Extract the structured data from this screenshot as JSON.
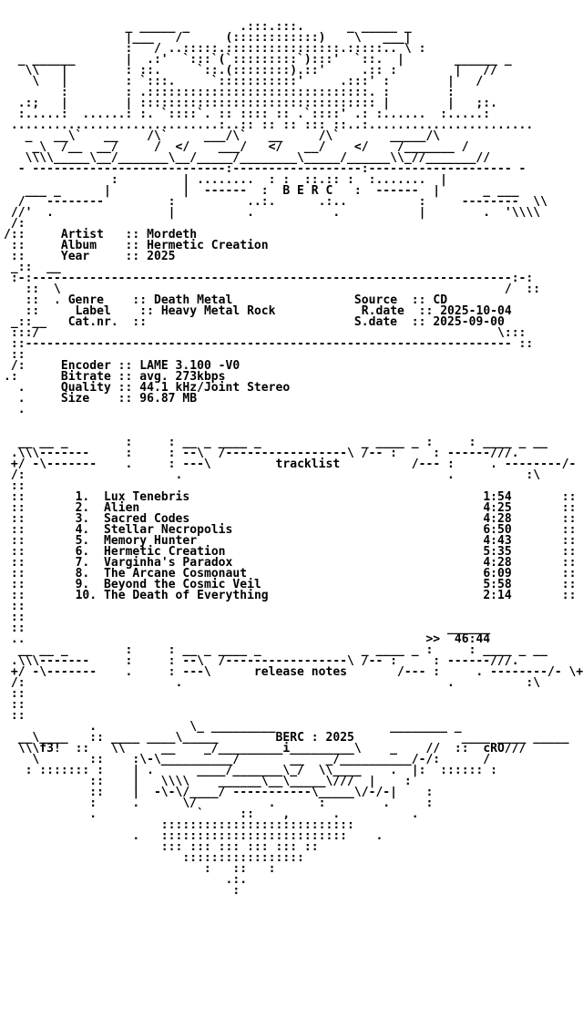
{
  "art": {
    "header": "                 _ _____ _       .:::.:::.      _ _____ _\n                 |___   /      (::::::::::::)    \\   ___|\n                 :   / ..:::::.::::::::::::::::.:::::.. \\ :\n  _ ______       |  .:'  `:::`(`:::::::::`):::'  `::.  |       ______ _\n   \\\\   |        : ::.     `::.(::::::::).::'     .:: :        |   //\n    \\   |        : `:::.     `:::::::::::'     .:::' :        |   /\n        :        : .:::::::::::::::::::::::::::::::. :        :\n  .:;   |        | ::::::::::::::::::::::::::::::::: |        |   ;:.\n  :.....:  ......: :. `::::`. :: :::: :: .`::::' .: :......  :.....:\n .............................:..:: :: :: ::: ::..:.......................\n   _   __\\`   __    /\\`     ___/\\`   __     /\\`       _____/\\\n    _\\  /__  __/     /  </    ___/   </   __/    </    /_______ /\n   \\\\\\\\_____\\__/_______\\__/_____/________\\_____/______\\\\_//_______//\n  - ---------------------------:------------------:-------------------- -\n               :         | ........  : :  ::.:: :  :.......  |\n   ___ _      |          |  ------  :  B E R C   :  ------  |      _ ___\n  /   --------         :          ..:.      .:..          :     --------  \\\\\n //'  .                |          .           .           |        .  '\\\\\\\\\n",
    "divider1": " :-:-------------------------------------------------------------------:-:\n   ::  \\                                                              /  ::\n   ::  .",
    "divider2": " :::/                                                                \\:::\n ::-------------------------------------------------------------------- ::\n",
    "trackbar": "  __ __ _        :     : __ _ ____ _              _ ____ _ :     : ____ _ __\n .\\\\\\-------     :     : --\\  /-----------------\\ /-- :     : ------///.\n +/ -\\-------    .     : ---\\",
    "trackbar_end": "/--- :     . --------/- \\+\n /:                     .                                     .          :\\\n",
    "relbar": "  __ __ _        :     : __ _ ____ _              _ ____ _ :     : ____ _ __\n .\\\\\\-------     :     : --\\  /-----------------\\ /-- :     : ------///.\n +/ -\\-------    .     : ---\\",
    "relbar_end": "/--- :     . --------/- \\+\n /:                     .                                     .          :\\\n",
    "footer1": "            .             \\_ _________                ________ _\n  __\\____   :: ____ ____\\_____        ",
    "footer2": "               ____ ____ _____ \n  \\\\\\",
    "footer3": "  ::   \\\\     __    _/_________i_________\\    _    //  ::  ",
    "footer4": "///\n    \\       ::    :\\-\\__________/       __   _/__________/-/:      /\n   : ::::::: :    | .      ____/_______\\_/  \\\\____    .  |:  :::::: :\n            ::    |   \\\\\\\\    ______\\__\\_____\\///  |    :\n            ::    |  -\\-\\/____/ -----------\\_____\\/-/-|    :\n            :     .      \\/          .      :        .     :\n            .              `     ::    ,      .          .\n                      :::::::::::::::::::::::::::\n                  .   ::::::::::::::::::::::::::    .\n                      ::: ::: ::: ::: ::: ::\n                         :::::::::::::::::\n                            :   ::   :\n                               .:.\n                                :\n"
  },
  "header_label": "B E R C",
  "release": {
    "artist_label": "Artist",
    "artist": "Mordeth",
    "album_label": "Album",
    "album": "Hermetic Creation",
    "year_label": "Year",
    "year": "2025",
    "genre_label": "Genre",
    "genre": "Death Metal",
    "label_label": "Label",
    "label": "Heavy Metal Rock",
    "catnr_label": "Cat.nr.",
    "catnr": "",
    "source_label": "Source",
    "source": "CD",
    "rdate_label": "R.date",
    "rdate": "2025-10-04",
    "sdate_label": "S.date",
    "sdate": "2025-09-00"
  },
  "encoding": {
    "encoder_label": "Encoder",
    "encoder": "LAME 3.100 -V0",
    "bitrate_label": "Bitrate",
    "bitrate": "avg. 273kbps",
    "quality_label": "Quality",
    "quality": "44.1 kHz/Joint Stereo",
    "size_label": "Size",
    "size": "96.87 MB"
  },
  "tracklist_title": "tracklist",
  "tracks": [
    {
      "n": "1.",
      "title": "Lux Tenebris",
      "time": "1:54"
    },
    {
      "n": "2.",
      "title": "Alien",
      "time": "4:25"
    },
    {
      "n": "3.",
      "title": "Sacred Codes",
      "time": "4:28"
    },
    {
      "n": "4.",
      "title": "Stellar Necropolis",
      "time": "6:50"
    },
    {
      "n": "5.",
      "title": "Memory Hunter",
      "time": "4:43"
    },
    {
      "n": "6.",
      "title": "Hermetic Creation",
      "time": "5:35"
    },
    {
      "n": "7.",
      "title": "Varginha's Paradox",
      "time": "4:28"
    },
    {
      "n": "8.",
      "title": "The Arcane Cosmonaut",
      "time": "6:09"
    },
    {
      "n": "9.",
      "title": "Beyond the Cosmic Veil",
      "time": "5:58"
    },
    {
      "n": "10.",
      "title": "The Death of Everything",
      "time": "2:14"
    }
  ],
  "total_prefix": ">>",
  "total_time": "46:44",
  "release_notes_title": "release notes",
  "footer_label": "BERC : 2025",
  "sig_left": "f3!",
  "sig_right": "cRO"
}
